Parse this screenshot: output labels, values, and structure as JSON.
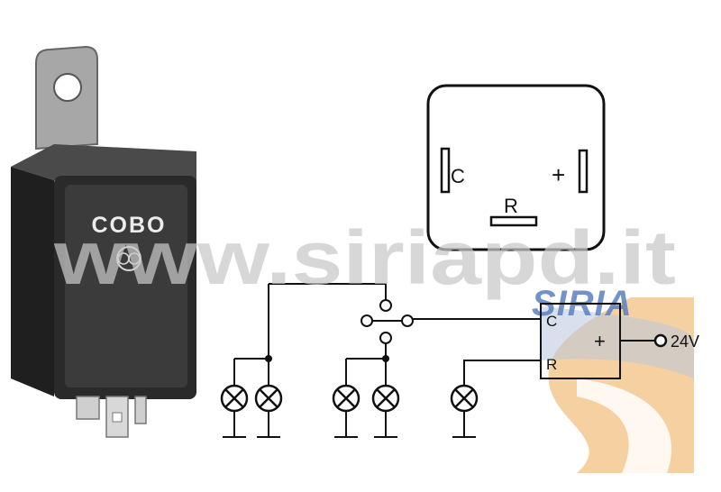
{
  "relay": {
    "brand": "COBO"
  },
  "watermark": {
    "url": "www.siriapd.it",
    "logo": "SIRIA"
  },
  "pinout": {
    "pin_c": "C",
    "pin_plus": "+",
    "pin_r": "R"
  },
  "circuit": {
    "pin_c": "C",
    "pin_plus": "+",
    "pin_r": "R",
    "supply": "24V"
  },
  "colors": {
    "relay_body": "#2a2a2a",
    "relay_face": "#3b3b3b",
    "metal": "#a7a7a7",
    "wire": "#111111",
    "watermark_text": "#c9c9c9",
    "logo_blue": "#5a7fc0",
    "swoosh_orange": "#f2c283",
    "swoosh_blue": "#b8c6de"
  }
}
